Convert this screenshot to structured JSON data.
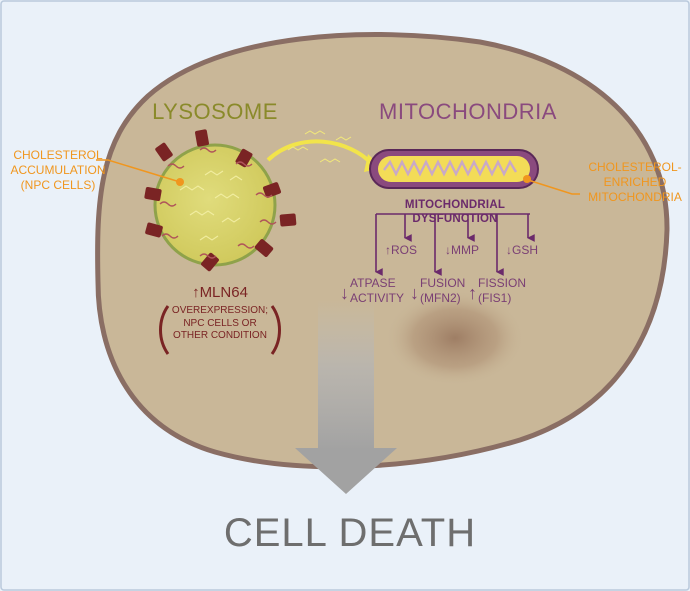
{
  "colors": {
    "background": "#eaf1f9",
    "cell_fill": "#c9b798",
    "cell_border": "#8a6e64",
    "lysosome": "#8a8a2a",
    "mitochondria": "#8a4a7e",
    "cholesterol": "#f0961e",
    "receptor": "#7a2424",
    "death_arrow": "#a7a7a7"
  },
  "labels": {
    "lysosome": "LYSOSOME",
    "mitochondria": "MITOCHONDRIA",
    "cholesterol_accumulation": [
      "CHOLESTEROL",
      "ACCUMULATION",
      "(NPC CELLS)"
    ],
    "cholesterol_enriched": [
      "CHOLESTEROL-",
      "ENRICHED",
      "MITOCHONDRIA"
    ],
    "mito_dysfunction": "MITOCHONDRIAL DYSFUNCTION",
    "cell_death": "CELL DEATH"
  },
  "effects": {
    "ros": "ROS",
    "mmp": "MMP",
    "gsh": "GSH",
    "atpase": [
      "ATPASE",
      "ACTIVITY"
    ],
    "fusion": [
      "FUSION",
      "(MFN2)"
    ],
    "fission": [
      "FISSION",
      "(FIS1)"
    ]
  },
  "mln64": {
    "name": "MLN64",
    "conditions": [
      "OVEREXPRESSION;",
      "NPC CELLS OR",
      "OTHER CONDITION"
    ]
  },
  "icons": {
    "up": "↑",
    "down": "↓"
  }
}
